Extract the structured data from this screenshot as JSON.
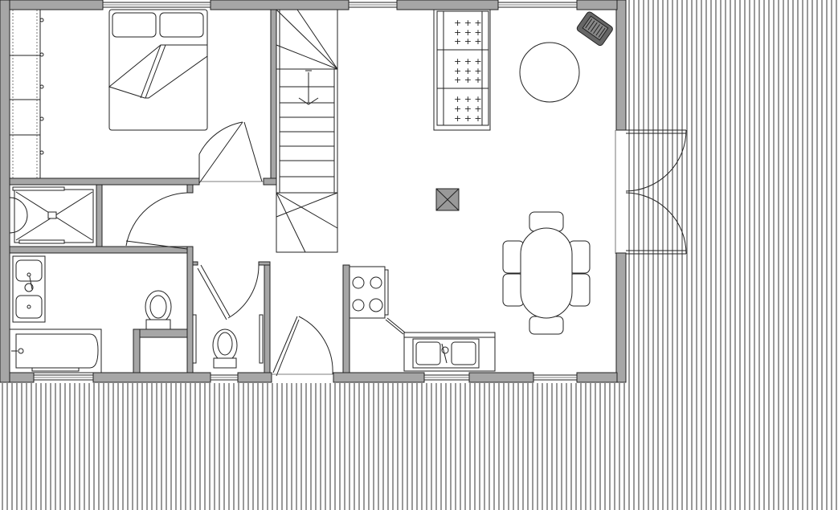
{
  "colors": {
    "wall": "#a6a6a6",
    "line": "#222222",
    "deck_line": "#333333",
    "background": "#ffffff",
    "heater": "#666666"
  },
  "decking": {
    "pattern": "vertical-boards",
    "board_count_bottom": 174,
    "board_count_right": 44
  }
}
